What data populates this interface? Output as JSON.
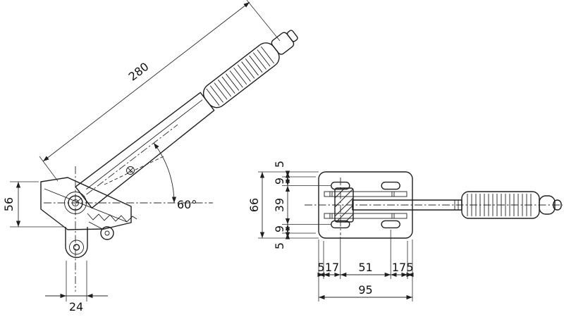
{
  "left_view": {
    "lever_length": "280",
    "angle": "60°",
    "bracket_height": "56",
    "slot_width": "24"
  },
  "right_view": {
    "vertical_dims": [
      "5",
      "9",
      "39",
      "9",
      "5"
    ],
    "vertical_total": "66",
    "horizontal_dims": [
      "5",
      "17",
      "51",
      "17",
      "5"
    ],
    "horizontal_total": "95"
  }
}
